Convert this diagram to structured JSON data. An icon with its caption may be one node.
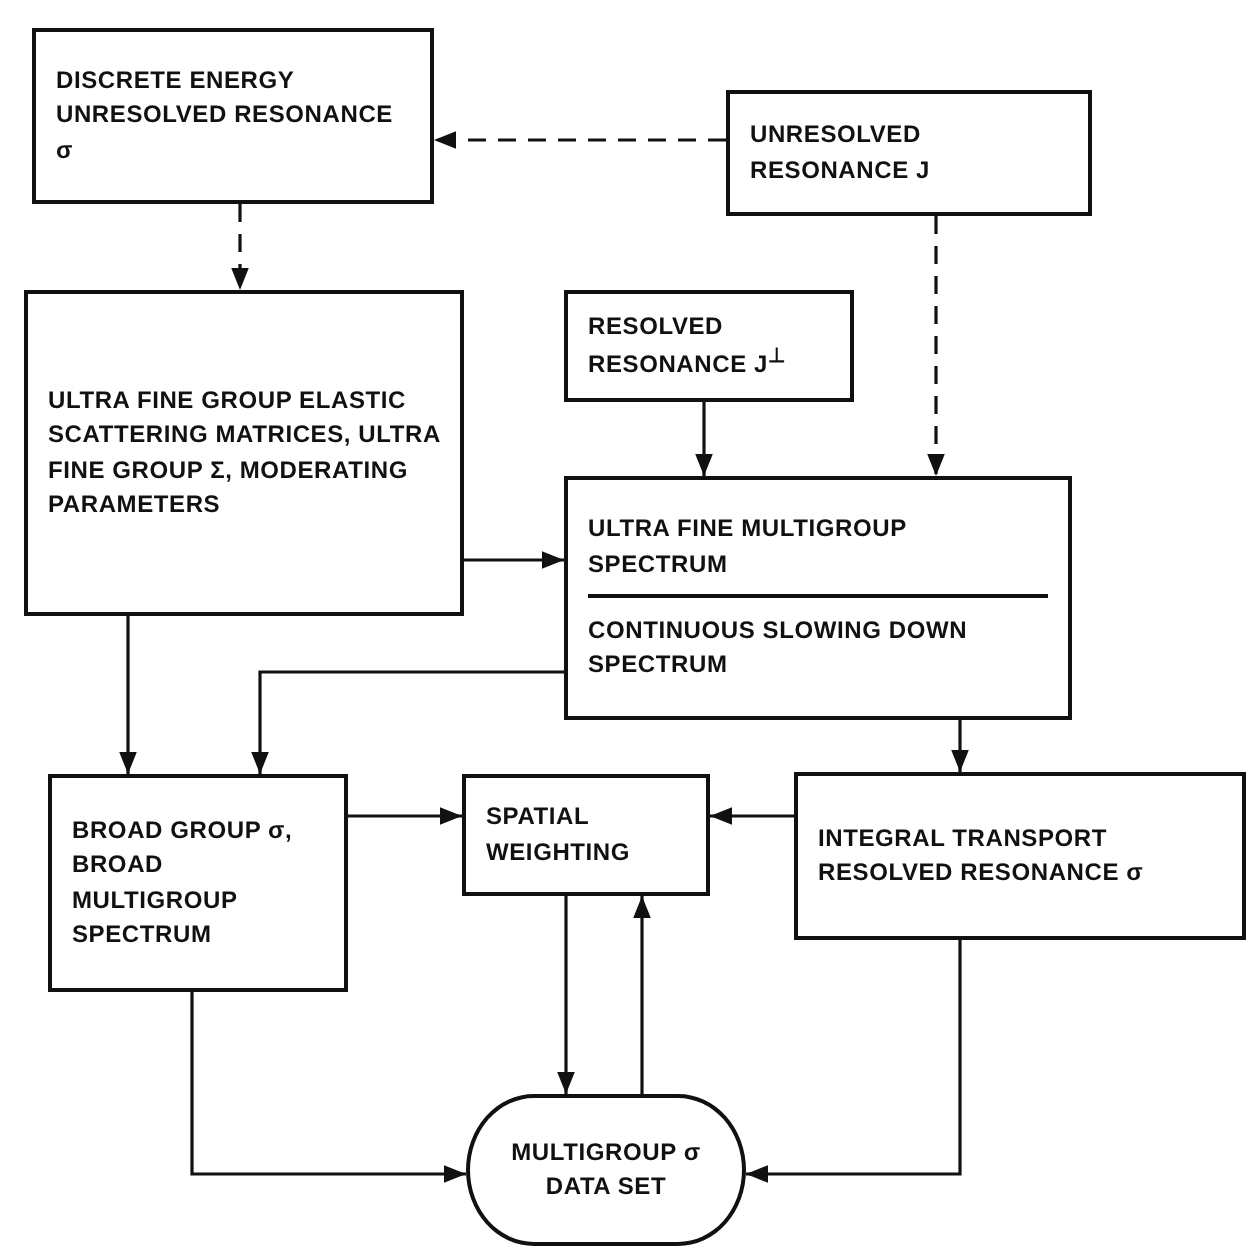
{
  "diagram": {
    "nodes": [
      {
        "text": [
          "DISCRETE ENERGY UNRESOLVED RESONANCE σ"
        ]
      },
      {
        "text": [
          "UNRESOLVED RESONANCE J"
        ]
      },
      {
        "text": [
          "ULTRA FINE GROUP ELASTIC SCATTERING MATRICES, ULTRA FINE GROUP Σ, MODERATING PARAMETERS"
        ]
      },
      {
        "text": [
          "RESOLVED RESONANCE J$^{⊥}$"
        ]
      },
      {
        "text": [
          "ULTRA FINE MULTIGROUP SPECTRUM",
          "CONTINUOUS SLOWING DOWN SPECTRUM"
        ]
      },
      {
        "text": [
          "BROAD GROUP σ, BROAD MULTIGROUP SPECTRUM"
        ]
      },
      {
        "text": [
          "SPATIAL WEIGHTING"
        ]
      },
      {
        "text": [
          "INTEGRAL TRANSPORT RESOLVED RESONANCE σ"
        ]
      },
      {
        "text": [
          "MULTIGROUP σ DATA SET"
        ]
      }
    ],
    "edges": [
      {
        "from": 1,
        "to": 0,
        "arrow": "to",
        "style": "dashed"
      },
      {
        "from": 0,
        "to": 2,
        "arrow": "to",
        "style": "dashed"
      },
      {
        "from": 1,
        "to": 4,
        "arrow": "to",
        "style": "dashed"
      },
      {
        "from": 3,
        "to": 4,
        "arrow": "to"
      },
      {
        "from": 2,
        "to": 4,
        "arrow": "to"
      },
      {
        "from": 4,
        "to": 5,
        "arrow": "to"
      },
      {
        "from": 2,
        "to": 5,
        "arrow": "to"
      },
      {
        "from": 4,
        "to": 7,
        "arrow": "to"
      },
      {
        "from": 5,
        "to": 6,
        "arrow": "to"
      },
      {
        "from": 7,
        "to": 6,
        "arrow": "to"
      },
      {
        "from": 6,
        "to": 8,
        "arrow": "to"
      },
      {
        "from": 8,
        "to": 6,
        "arrow": "to"
      },
      {
        "from": 5,
        "to": 8,
        "arrow": "to"
      },
      {
        "from": 7,
        "to": 8,
        "arrow": "to"
      }
    ]
  }
}
